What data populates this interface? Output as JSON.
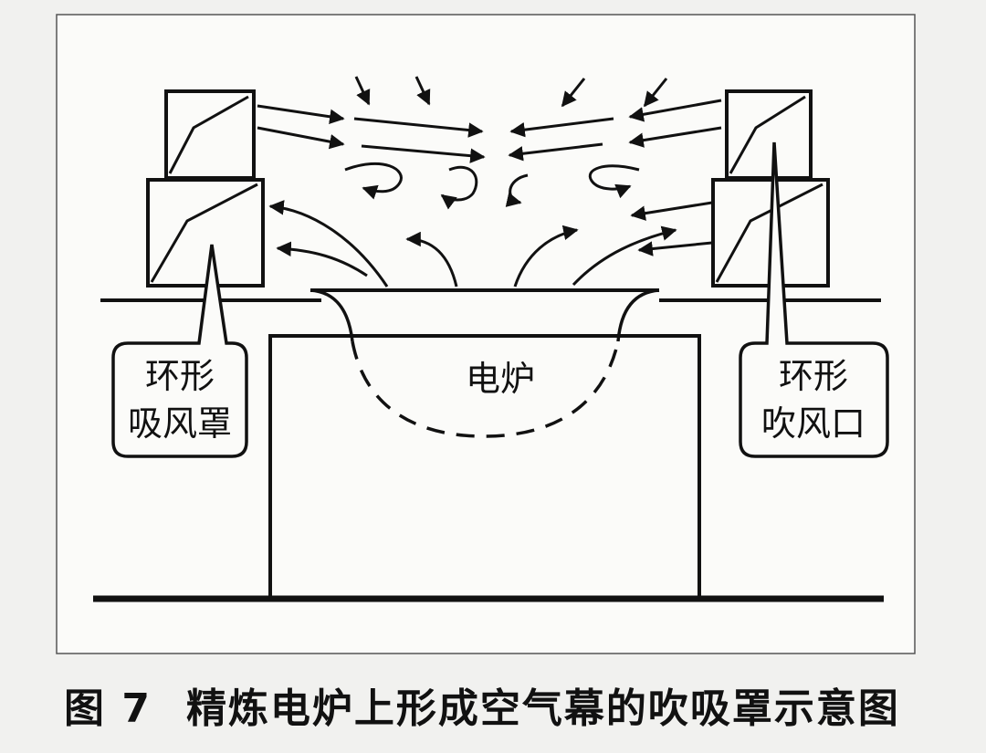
{
  "figure": {
    "number": "图 7",
    "title": "精炼电炉上形成空气幕的吹吸罩示意图"
  },
  "labels": {
    "left_hood": [
      "环形",
      "吸风罩"
    ],
    "right_nozzle": [
      "环形",
      "吹风口"
    ],
    "furnace": "电炉"
  },
  "colors": {
    "background": "#f1f1ef",
    "frame_fill": "#fbfbf9",
    "ink": "#111111"
  }
}
